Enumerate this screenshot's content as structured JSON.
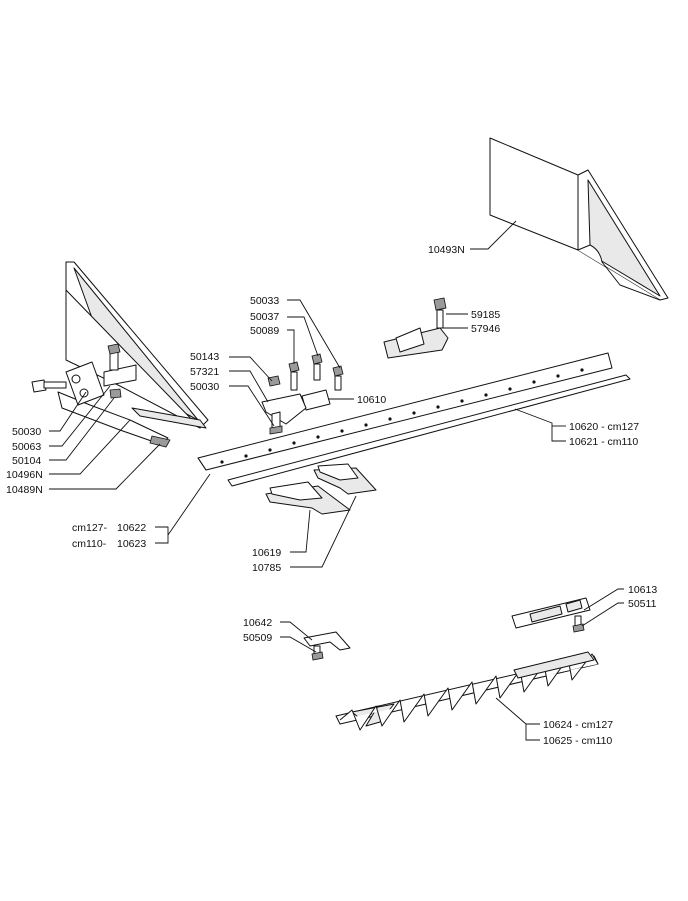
{
  "labels": {
    "p10493N": "10493N",
    "p50033": "50033",
    "p50037": "50037",
    "p50089": "50089",
    "p59185": "59185",
    "p57946": "57946",
    "p50143": "50143",
    "p57321": "57321",
    "p50030a": "50030",
    "p10610": "10610",
    "p50030b": "50030",
    "p50063": "50063",
    "p50104": "50104",
    "p10496N": "10496N",
    "p10489N": "10489N",
    "p10620": "10620 - cm127",
    "p10621": "10621 - cm110",
    "p10622_prefix": "cm127-",
    "p10622": "10622",
    "p10623_prefix": "cm110-",
    "p10623": "10623",
    "p10619": "10619",
    "p10785": "10785",
    "p10613": "10613",
    "p50511": "50511",
    "p10642": "10642",
    "p50509": "50509",
    "p10624": "10624 - cm127",
    "p10625": "10625 - cm110"
  }
}
